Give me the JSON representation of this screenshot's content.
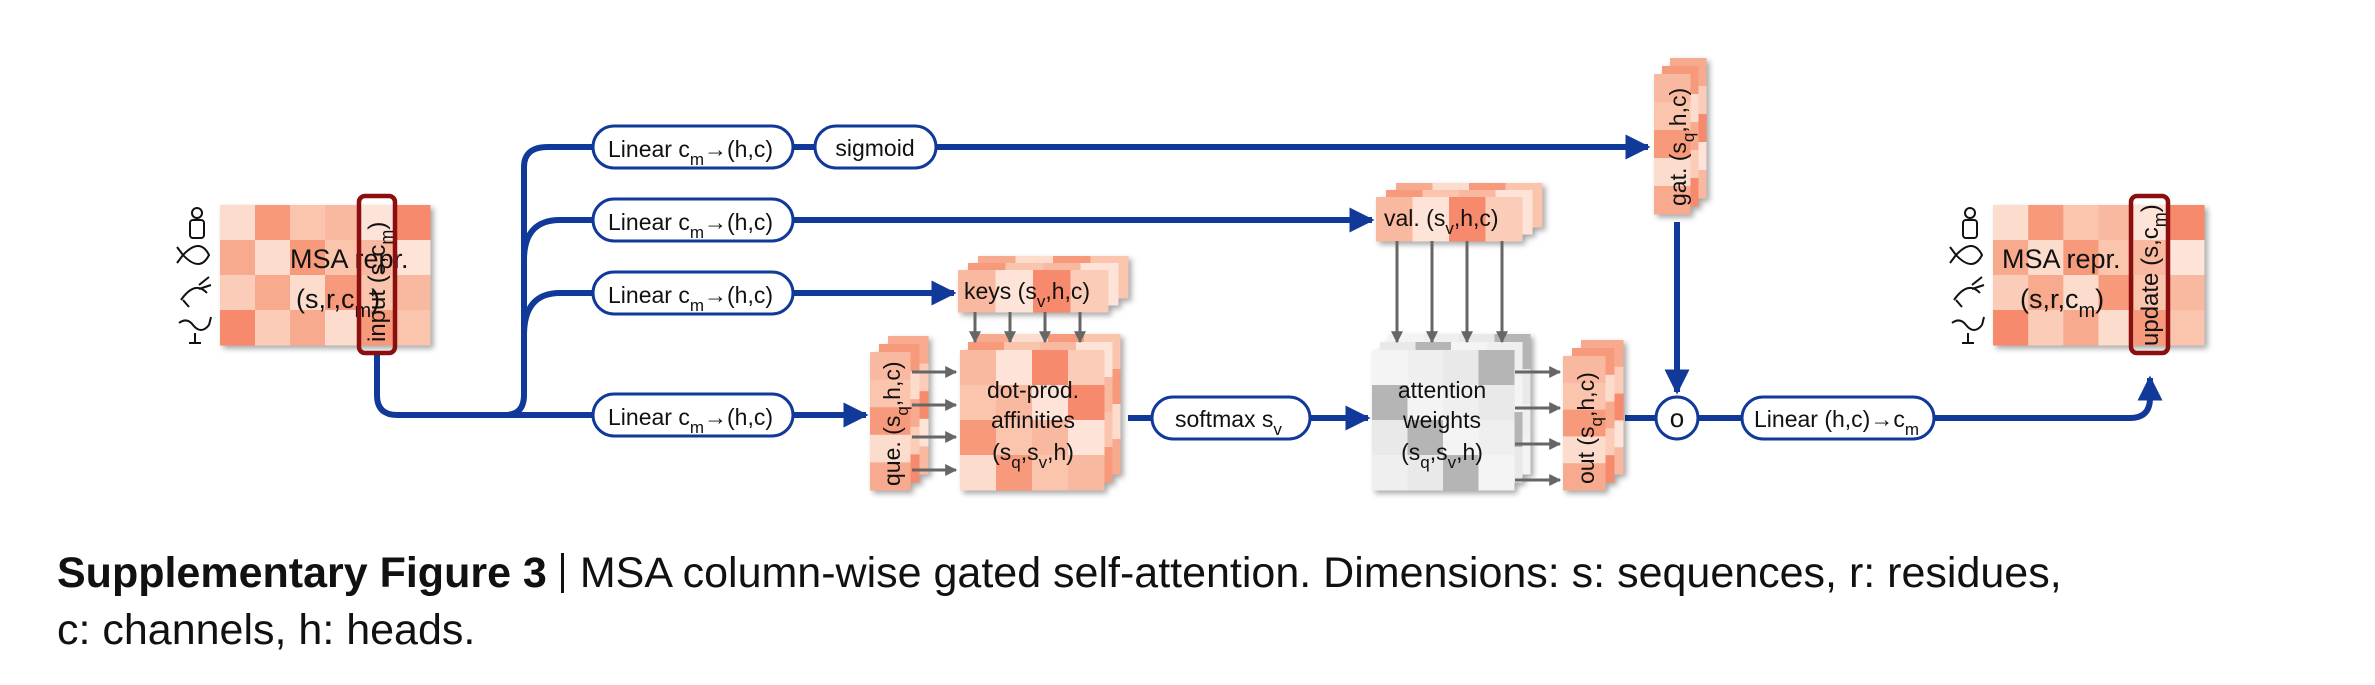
{
  "diagram": {
    "input_msa": {
      "title": "MSA repr.",
      "dims_main": "(s,r,c",
      "dims_sub": "m",
      "dims_close": ")",
      "slice_label": "input (s,c",
      "slice_sub": "m",
      "slice_close": ")"
    },
    "output_msa": {
      "title": "MSA repr.",
      "dims_main": "(s,r,c",
      "dims_sub": "m",
      "dims_close": ")",
      "slice_label": "update (s,c",
      "slice_sub": "m",
      "slice_close": ")"
    },
    "species_icons": [
      "human-icon",
      "fish-icon",
      "rabbit-icon",
      "rooster-icon"
    ],
    "linear_ops": [
      {
        "main": "Linear c",
        "sub": "m",
        "rest": "→(h,c)"
      },
      {
        "main": "Linear c",
        "sub": "m",
        "rest": "→(h,c)"
      },
      {
        "main": "Linear c",
        "sub": "m",
        "rest": "→(h,c)"
      },
      {
        "main": "Linear c",
        "sub": "m",
        "rest": "→(h,c)"
      }
    ],
    "sigmoid": "sigmoid",
    "gate": {
      "main": "gat. (s",
      "sub": "q",
      "rest": ",h,c)"
    },
    "values": {
      "main": "val. (s",
      "sub": "v",
      "rest": ",h,c)"
    },
    "keys": {
      "main": "keys (s",
      "sub": "v",
      "rest": ",h,c)"
    },
    "queries": {
      "main": "que. (s",
      "sub": "q",
      "rest": ",h,c)"
    },
    "affinities": {
      "line1": "dot-prod.",
      "line2": "affinities",
      "l3a": "(s",
      "l3b": "q",
      "l3c": ",s",
      "l3d": "v",
      "l3e": ",h)"
    },
    "softmax": {
      "main": "softmax s",
      "sub": "v"
    },
    "attention": {
      "line1": "attention",
      "line2": "weights",
      "l3a": "(s",
      "l3b": "q",
      "l3c": ",s",
      "l3d": "v",
      "l3e": ",h)"
    },
    "output": {
      "main": "out (s",
      "sub": "q",
      "rest": ",h,c)"
    },
    "gating_op": "o",
    "final_linear": {
      "main": "Linear (h,c)→c",
      "sub": "m"
    },
    "colors": {
      "arrow_blue": "#10399a",
      "pill_border": "#10399a",
      "highlight_red": "#8b0f0f",
      "grey_arrow": "#666666",
      "salmon_dark": "#f78a6c",
      "salmon_mid": "#f9a88e",
      "salmon_light": "#fcd9ca"
    }
  },
  "caption": {
    "label": "Supplementary Figure 3",
    "text_line1": "MSA column-wise gated self-attention. Dimensions: s: sequences, r: residues,",
    "text_line2": "c: channels, h: heads."
  }
}
